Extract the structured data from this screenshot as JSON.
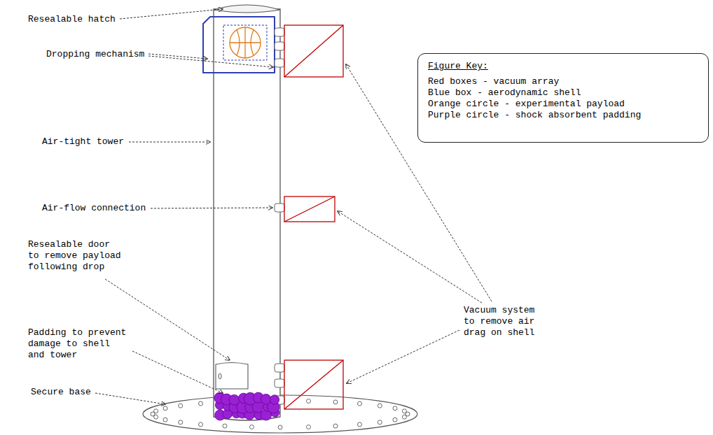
{
  "diagram": {
    "nodes": [
      {
        "text": [
          "Figure Key:",
          "Red boxes - vacuum array",
          "Blue box - aerodynamic shell",
          "Orange circle - experimental payload",
          "Purple circle - shock absorbent padding"
        ]
      }
    ],
    "labels": [
      "Resealable hatch",
      "Dropping mechanism",
      "Air-tight tower",
      "Air-flow connection",
      "Resealable door to remove payload following drop",
      "Padding to prevent damage to shell and tower",
      "Secure base",
      "Vacuum system to remove air drag on shell"
    ]
  }
}
